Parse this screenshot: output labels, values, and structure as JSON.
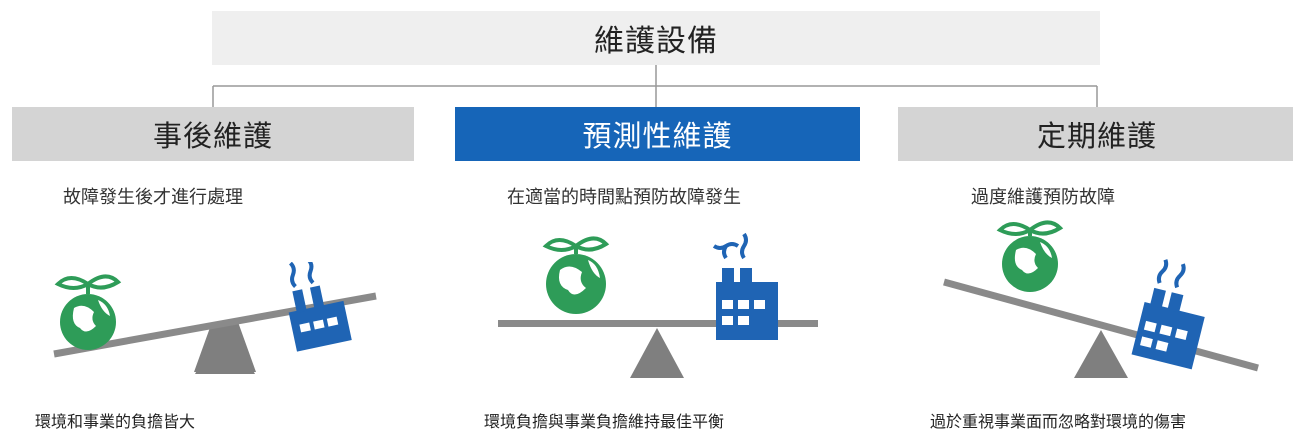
{
  "top": {
    "title": "維護設備"
  },
  "columns": [
    {
      "title": "事後維護",
      "description": "故障發生後才進行處理",
      "footer": "環境和事業的負擔皆大"
    },
    {
      "title": "預測性維護",
      "description": "在適當的時間點預防故障發生",
      "footer": "環境負擔與事業負擔維持最佳平衡"
    },
    {
      "title": "定期維護",
      "description": "過度維護預防故障",
      "footer": "過於重視事業面而忽略對環境的傷害"
    }
  ],
  "colors": {
    "highlight": "#1665b8",
    "gray_box": "#d4d4d4",
    "top_box": "#efefef",
    "earth_green": "#2e9c58",
    "factory_blue": "#1f64b4",
    "fulcrum_gray": "#7f7f7f",
    "beam_gray": "#8a8a8a"
  },
  "icons": {
    "environment": "earth-with-leaves-icon",
    "business": "factory-icon",
    "balance": "seesaw-icon"
  }
}
